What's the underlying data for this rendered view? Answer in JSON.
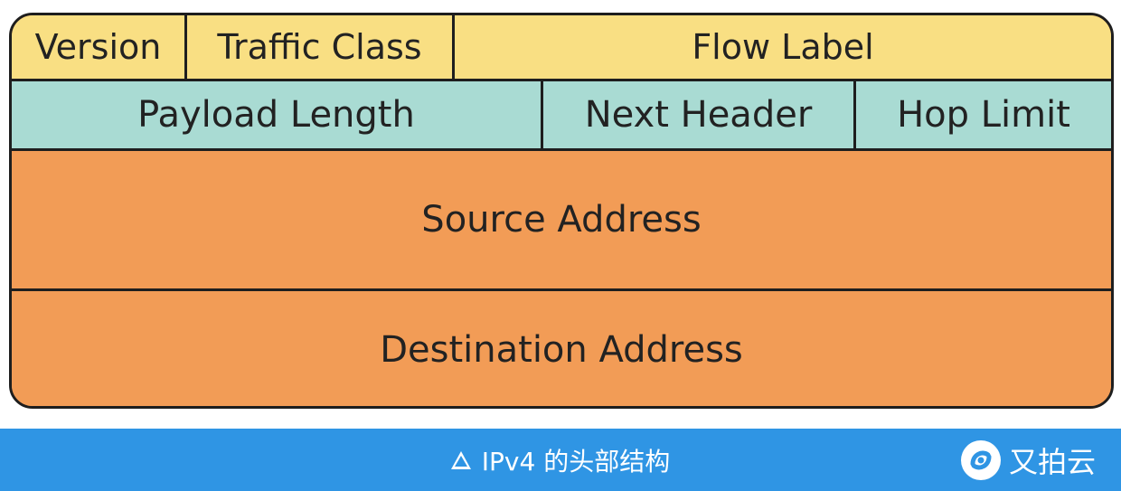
{
  "diagram": {
    "row1": {
      "version": "Version",
      "traffic_class": "Traffic Class",
      "flow_label": "Flow Label"
    },
    "row2": {
      "payload_length": "Payload Length",
      "next_header": "Next Header",
      "hop_limit": "Hop Limit"
    },
    "source_address": "Source Address",
    "destination_address": "Destination Address",
    "colors": {
      "row1": "#f9df83",
      "row2": "#a9dbd3",
      "address_rows": "#f29c56",
      "border": "#1e1e1e"
    }
  },
  "caption": {
    "text": "IPv4 的头部结构",
    "bar_color": "#2f95e4",
    "icon": "triangle-outline-icon"
  },
  "watermark": {
    "text": "又拍云",
    "icon": "upyun-logo-icon"
  }
}
